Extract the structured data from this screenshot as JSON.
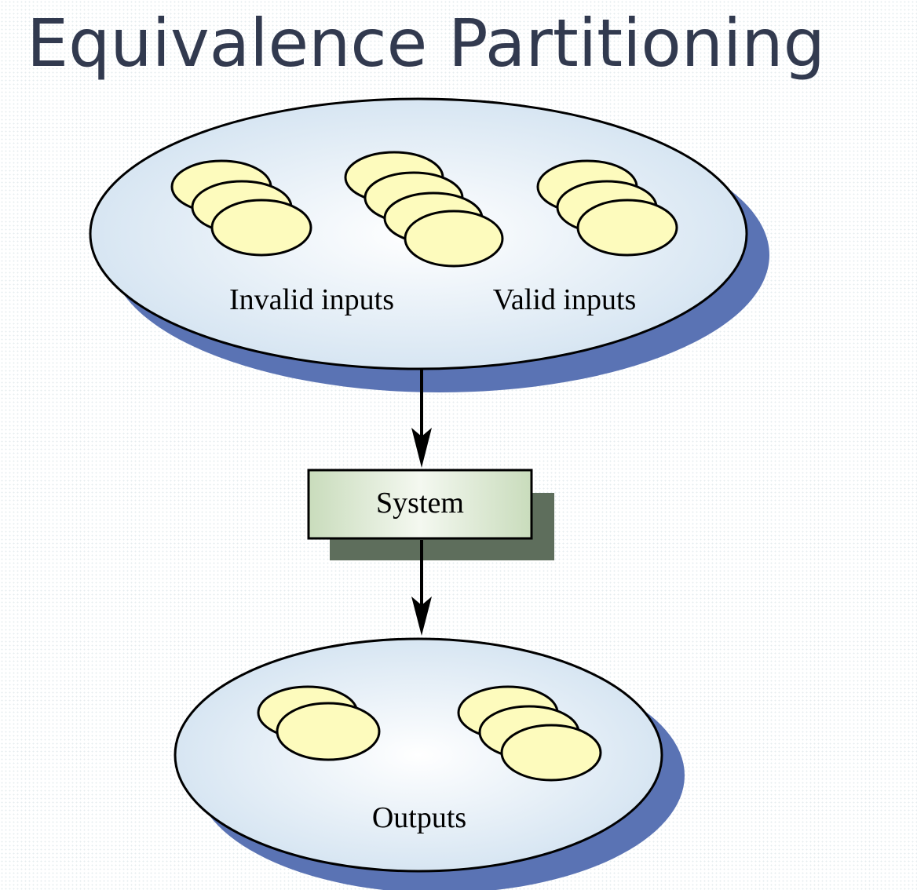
{
  "title": "Equivalence Partitioning",
  "labels": {
    "invalid_inputs": "Invalid inputs",
    "valid_inputs": "Valid inputs",
    "system": "System",
    "outputs": "Outputs"
  },
  "colors": {
    "title_text": "#323a4f",
    "domain_fill": "#dce9f4",
    "domain_shadow": "#5a73b4",
    "partition_fill": "#fdfbbd",
    "system_fill": "#d4e2c8",
    "system_shadow": "#5e6e5c",
    "stroke": "#000000"
  }
}
